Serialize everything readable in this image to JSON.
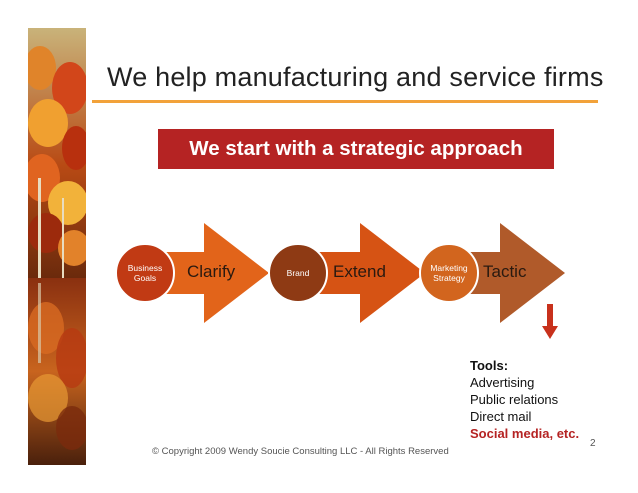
{
  "slide": {
    "title": "We help manufacturing and service firms",
    "banner": "We start with a strategic approach",
    "flow": [
      {
        "circle": "Business\nGoals",
        "label": "Clarify",
        "arrow_color": "#e2641a",
        "circle_color": "#c13a14"
      },
      {
        "circle": "Brand",
        "label": "Extend",
        "arrow_color": "#d65314",
        "circle_color": "#8e3a14"
      },
      {
        "circle": "Marketing\nStrategy",
        "label": "Tactic",
        "arrow_color": "#b05a2a",
        "circle_color": "#d2651e"
      }
    ],
    "tools": {
      "heading": "Tools:",
      "items": [
        "Advertising",
        "Public relations",
        "Direct mail"
      ],
      "highlight": "Social media, etc."
    },
    "page_number": "2",
    "copyright": "© Copyright 2009  Wendy Soucie Consulting LLC - All Rights Reserved"
  },
  "colors": {
    "accent_rule": "#f2a23a",
    "banner_bg": "#b52323",
    "highlight_text": "#b52323",
    "down_arrow": "#c8311c"
  },
  "icons": {
    "down_arrow": "arrow-down-icon",
    "decoration": "autumn-trees-image"
  }
}
